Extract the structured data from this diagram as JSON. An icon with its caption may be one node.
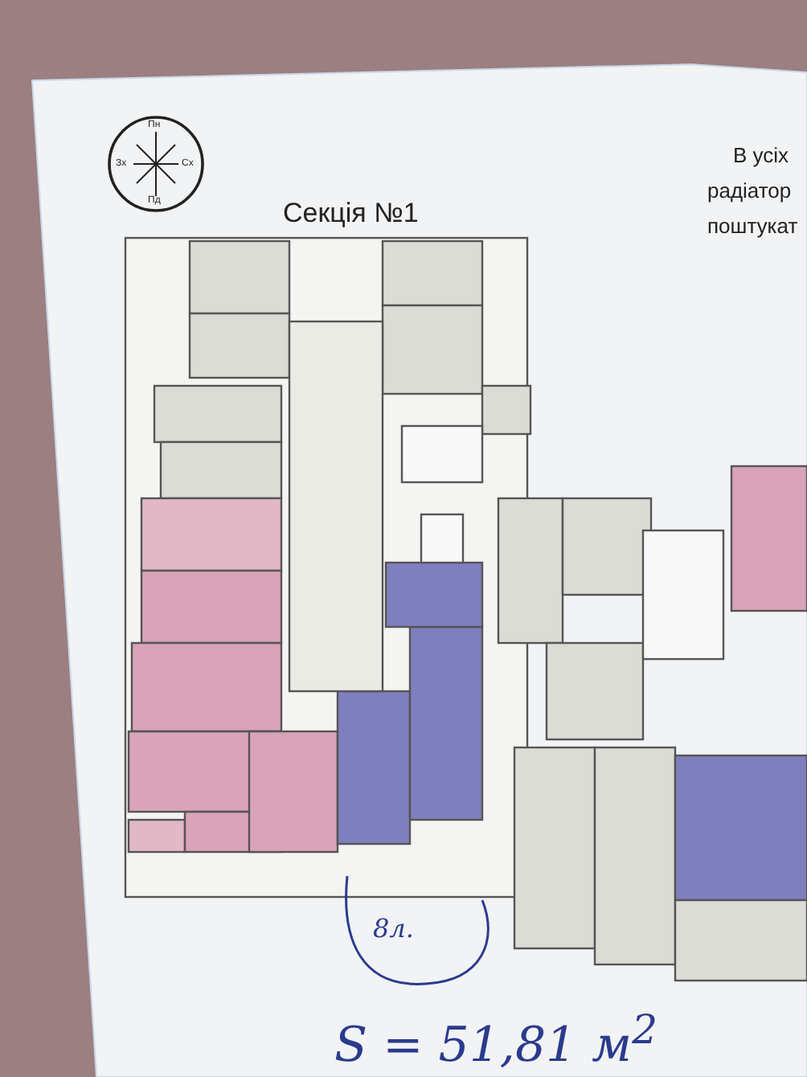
{
  "diagram": {
    "title": "Секція №1",
    "labels": [
      "Пн",
      "Зх",
      "Сх",
      "Пд",
      "В усіх",
      "радіатор",
      "поштукат",
      "8л.",
      "S = 51,81 м$^{2}$"
    ]
  }
}
